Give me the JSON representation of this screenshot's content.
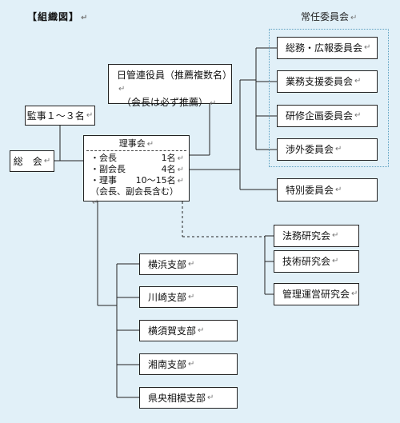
{
  "title": "【組織図】",
  "standing_committees_caption": "常任委員会",
  "mark": "↵",
  "general_meeting": "総　会",
  "auditors": "監事１～３名",
  "nichikanren": {
    "line1": "日管連役員（推薦複数名）",
    "line2": "（会長は必ず推薦）"
  },
  "board": {
    "title": "理事会",
    "rows": [
      {
        "label": "・会長",
        "count": "1名"
      },
      {
        "label": "・副会長",
        "count": "4名"
      },
      {
        "label": "・理事",
        "count": "10～15名"
      }
    ],
    "note": "（会長、副会長含む）"
  },
  "standing_committees": [
    "総務・広報委員会",
    "業務支援委員会",
    "研修企画委員会",
    "渉外委員会"
  ],
  "special_committee": "特別委員会",
  "research_groups": [
    "法務研究会",
    "技術研究会",
    "管理運営研究会"
  ],
  "branches": [
    "横浜支部",
    "川崎支部",
    "横須賀支部",
    "湘南支部",
    "県央相模支部"
  ]
}
